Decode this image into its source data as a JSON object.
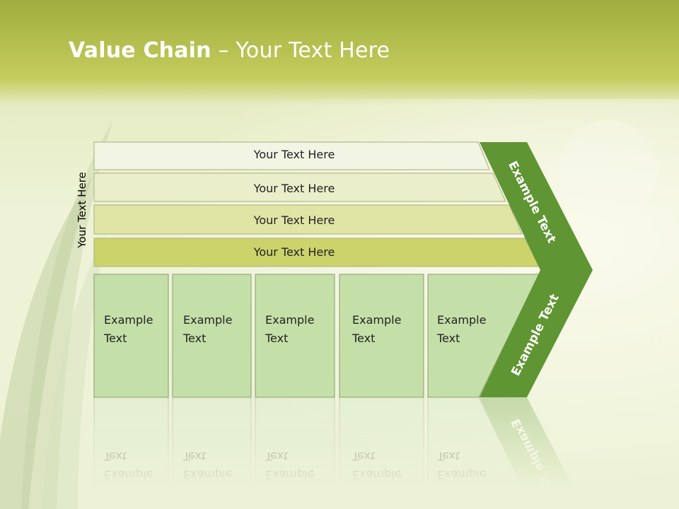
{
  "title": {
    "bold": "Value Chain",
    "rest": " – Your Text Here"
  },
  "side_label": "Your Text Here",
  "bands": [
    {
      "label": "Your Text Here",
      "color": "#f2f5e4"
    },
    {
      "label": "Your Text Here",
      "color": "#eaeeca"
    },
    {
      "label": "Your Text Here",
      "color": "#e0e5a6"
    },
    {
      "label": "Your Text Here",
      "color": "#ccd36a"
    }
  ],
  "columns": [
    {
      "line1": "Example",
      "line2": "Text"
    },
    {
      "line1": "Example",
      "line2": "Text"
    },
    {
      "line1": "Example",
      "line2": "Text"
    },
    {
      "line1": "Example",
      "line2": "Text"
    },
    {
      "line1": "Example",
      "line2": "Text"
    }
  ],
  "chevron": {
    "upper": "Example Text",
    "lower": "Example Text",
    "color": "#5f9532"
  },
  "colors": {
    "column_fill": "#c4e0a8",
    "column_stroke": "#8a9a70"
  }
}
